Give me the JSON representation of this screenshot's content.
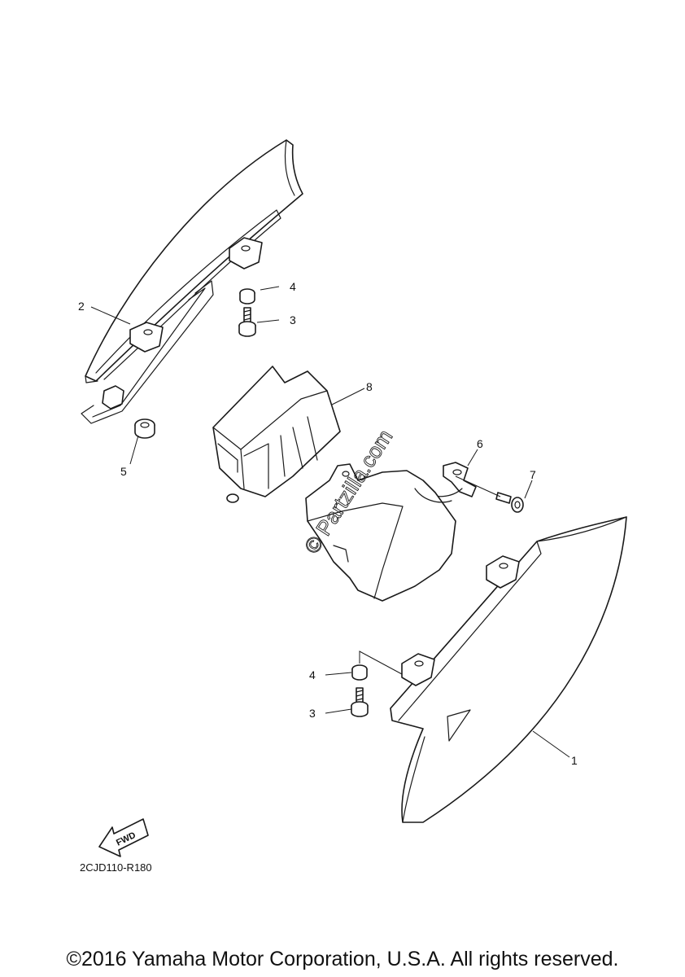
{
  "diagram": {
    "code": "2CJD110-R180",
    "fwd_label": "FWD",
    "watermark": "© Partzilla.com",
    "callouts": [
      {
        "id": "c2",
        "label": "2"
      },
      {
        "id": "c4a",
        "label": "4"
      },
      {
        "id": "c3a",
        "label": "3"
      },
      {
        "id": "c8",
        "label": "8"
      },
      {
        "id": "c5",
        "label": "5"
      },
      {
        "id": "c6",
        "label": "6"
      },
      {
        "id": "c7",
        "label": "7"
      },
      {
        "id": "c4b",
        "label": "4"
      },
      {
        "id": "c3b",
        "label": "3"
      },
      {
        "id": "c1",
        "label": "1"
      }
    ]
  },
  "footer": {
    "copyright": "©2016 Yamaha Motor Corporation, U.S.A. All rights reserved."
  }
}
